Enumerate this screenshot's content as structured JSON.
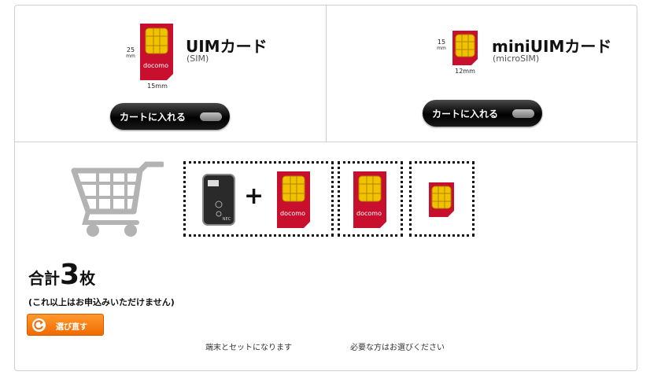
{
  "products": [
    {
      "name": "UIMカード",
      "sub": "(SIM)",
      "height_label": "25",
      "height_unit": "mm",
      "width_label": "15mm",
      "brand": "docomo",
      "button_label": "カートに入れる"
    },
    {
      "name": "miniUIMカード",
      "sub": "(microSIM)",
      "height_label": "15",
      "height_unit": "mm",
      "width_label": "12mm",
      "button_label": "カートに入れる"
    }
  ],
  "selection": {
    "plus_sign": "+",
    "device_brand": "NEC",
    "sim_brand": "docomo"
  },
  "summary": {
    "total_prefix": "合計",
    "total_count": "3",
    "total_suffix": "枚",
    "limit_note": "(これ以上はお申込みいただけません)",
    "reselect_label": "選び直す"
  },
  "captions": {
    "with_device": "端末とセットになります",
    "optional": "必要な方はお選びください"
  },
  "colors": {
    "sim_red": "#c8102e",
    "chip_gold": "#f2c200",
    "button_orange": "#f47b0a",
    "cart_gray": "#b3b3b3"
  }
}
